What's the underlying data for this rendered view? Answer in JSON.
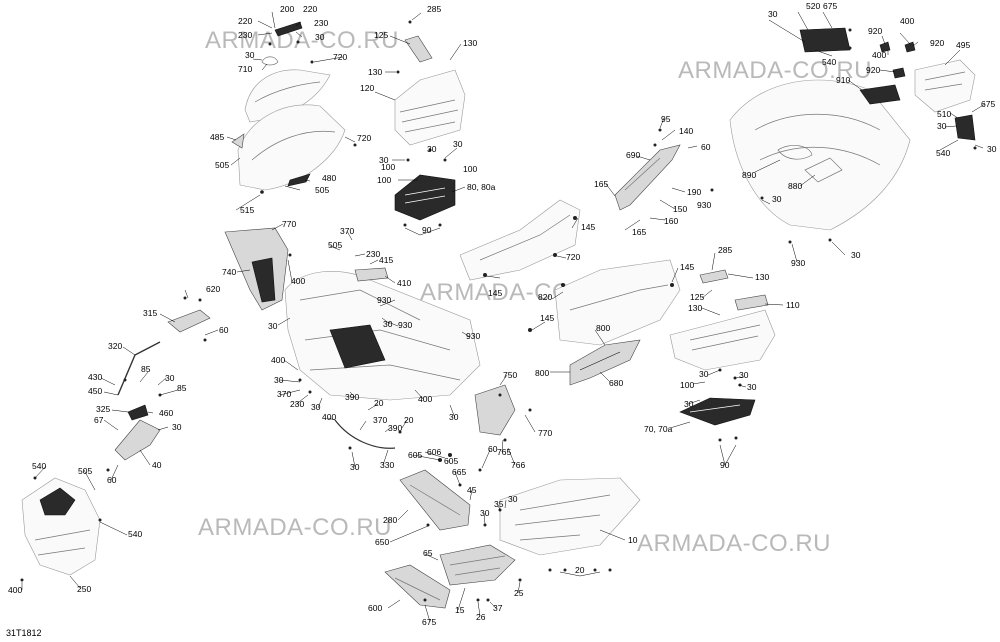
{
  "drawing": {
    "id": "31T1812",
    "watermark": "ARMADA-CO.RU"
  },
  "callouts": {
    "c200": "200",
    "c220a": "220",
    "c220b": "220",
    "c230a": "230",
    "c230b": "230",
    "c30a": "30",
    "c30b": "30",
    "c710": "710",
    "c720a": "720",
    "c720b": "720",
    "c485": "485",
    "c505a": "505",
    "c480": "480",
    "c505b": "505",
    "c515": "515",
    "c285a": "285",
    "c125a": "125",
    "c130a": "130",
    "c130b": "130",
    "c120": "120",
    "c30c": "30",
    "c30d": "30",
    "c100a": "100",
    "c100b": "100",
    "c30e": "30",
    "c8080a": "80, 80a",
    "c90a": "90",
    "c520": "520",
    "c675a": "675",
    "c30f": "30",
    "c920a": "920",
    "c400a": "400",
    "c920b": "920",
    "c400b": "400",
    "c920c": "920",
    "c540a": "540",
    "c495": "495",
    "c910": "910",
    "c675b": "675",
    "c510": "510",
    "c30g": "30",
    "c540b": "540",
    "c30h": "30",
    "c95": "95",
    "c140": "140",
    "c60a": "60",
    "c690": "690",
    "c165a": "165",
    "c190": "190",
    "c150": "150",
    "c165b": "165",
    "c160": "160",
    "c930a": "930",
    "c30i": "30",
    "c890": "890",
    "c880": "880",
    "c930b": "930",
    "c30j": "30",
    "c770": "770",
    "c740": "740",
    "c400c": "400",
    "c370a": "370",
    "c505c": "505",
    "c230c": "230",
    "c415": "415",
    "c410": "410",
    "c930c": "930",
    "c30k": "30",
    "c930d": "930",
    "c620": "620",
    "c315": "315",
    "c60b": "60",
    "c145a": "145",
    "c145b": "145",
    "c720c": "720",
    "c820": "820",
    "c145c": "145",
    "c285b": "285",
    "c145d": "145",
    "c130c": "130",
    "c125b": "125",
    "c110": "110",
    "c130d": "130",
    "c800a": "800",
    "c930e": "930",
    "c800b": "800",
    "c680": "680",
    "c320": "320",
    "c85a": "85",
    "c430": "430",
    "c30l": "30",
    "c450": "450",
    "c85b": "85",
    "c400d": "400",
    "c30m": "30",
    "c370b": "370",
    "c230d": "230",
    "c30n": "30",
    "c390a": "390",
    "c20a": "20",
    "c400e": "400",
    "c750": "750",
    "c30o": "30",
    "c370c": "370",
    "c390b": "390",
    "c20b": "20",
    "c325": "325",
    "c460": "460",
    "c67": "67",
    "c30p": "30",
    "c40": "40",
    "c60c": "60",
    "c30q": "30",
    "c330": "330",
    "c765": "765",
    "c766": "766",
    "c770b": "770",
    "c30r": "30",
    "c30s": "30",
    "c100c": "100",
    "c100d": "100",
    "c30t": "30",
    "c7070a": "70, 70a",
    "c90b": "90",
    "c540c": "540",
    "c505d": "505",
    "c540d": "540",
    "c605a": "605",
    "c606": "606",
    "c605b": "605",
    "c665": "665",
    "c60d": "60",
    "c45": "45",
    "c280": "280",
    "c650": "650",
    "c30u": "30",
    "c35": "35",
    "c30v": "30",
    "c10": "10",
    "c400f": "400",
    "c250": "250",
    "c65": "65",
    "c600": "600",
    "c15": "15",
    "c26": "26",
    "c37": "37",
    "c675c": "675",
    "c25": "25",
    "c20c": "20"
  }
}
